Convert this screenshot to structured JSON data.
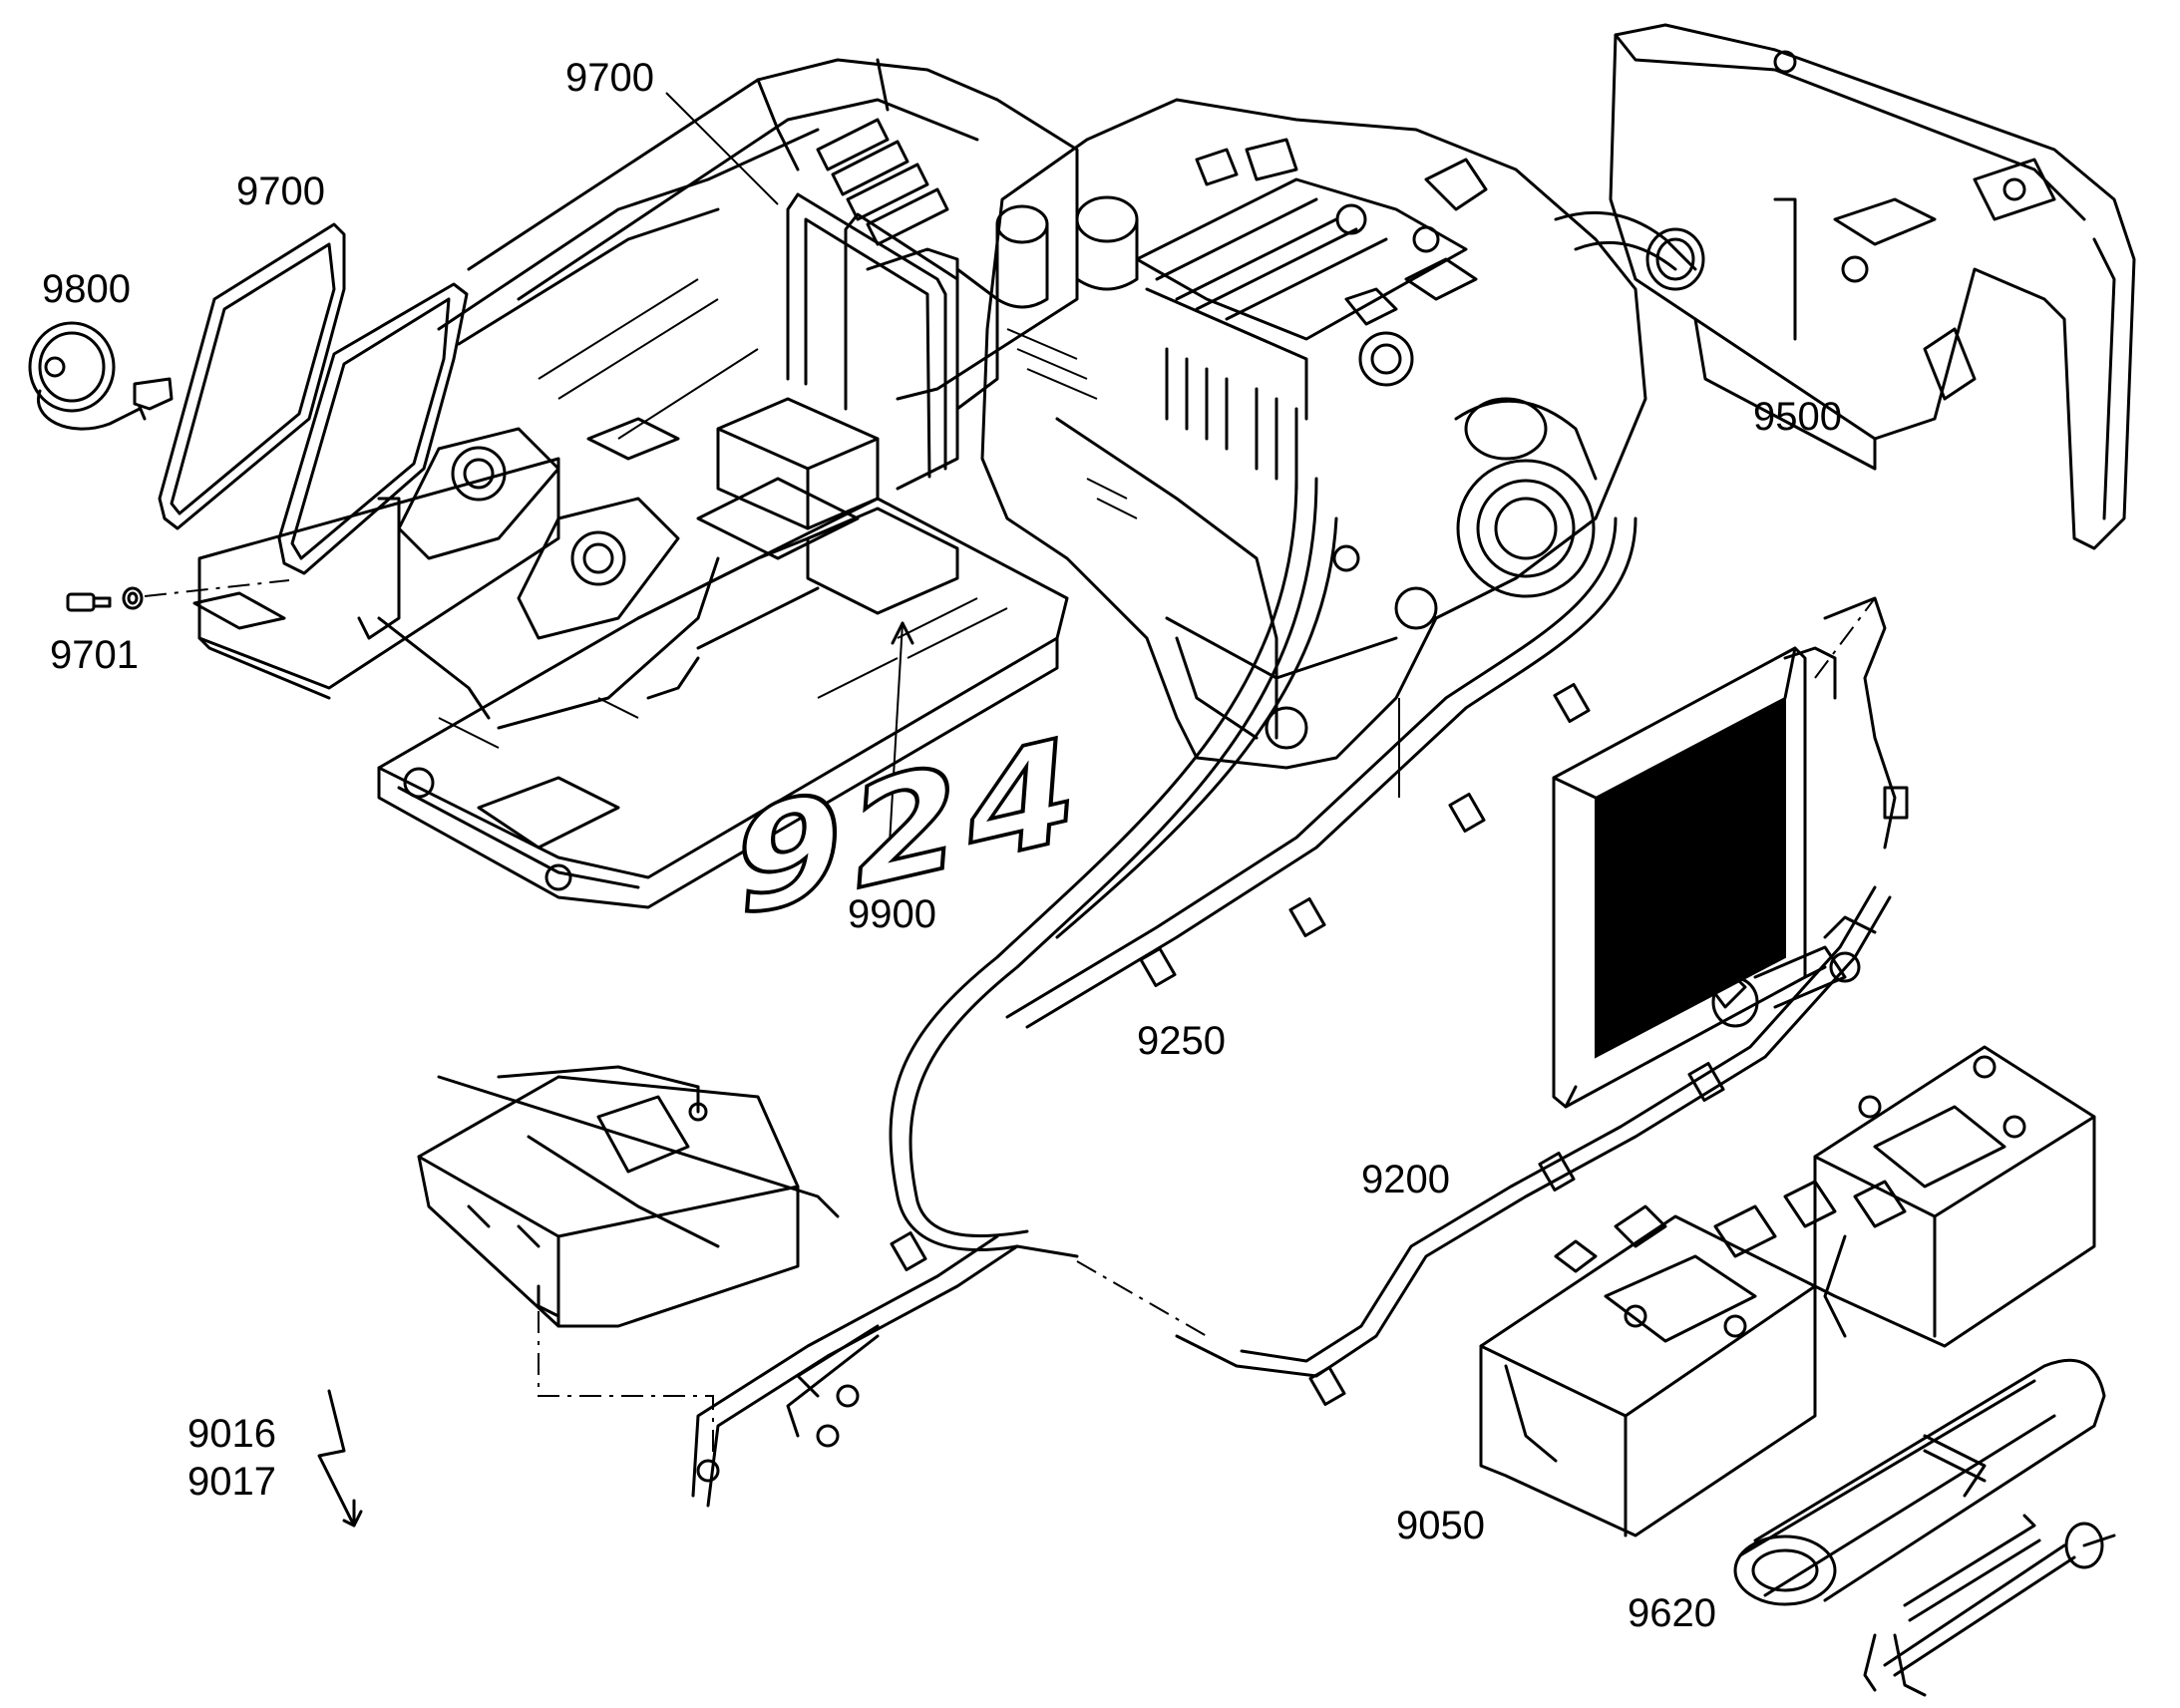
{
  "decal": {
    "model": "924"
  },
  "callouts": [
    {
      "id": "c-9700-top",
      "text": "9700"
    },
    {
      "id": "c-9700-left",
      "text": "9700"
    },
    {
      "id": "c-9800",
      "text": "9800"
    },
    {
      "id": "c-9701",
      "text": "9701"
    },
    {
      "id": "c-9500",
      "text": "9500"
    },
    {
      "id": "c-9900",
      "text": "9900"
    },
    {
      "id": "c-9250",
      "text": "9250"
    },
    {
      "id": "c-9200",
      "text": "9200"
    },
    {
      "id": "c-9050",
      "text": "9050"
    },
    {
      "id": "c-9016",
      "text": "9016"
    },
    {
      "id": "c-9017",
      "text": "9017"
    },
    {
      "id": "c-9620",
      "text": "9620"
    }
  ]
}
